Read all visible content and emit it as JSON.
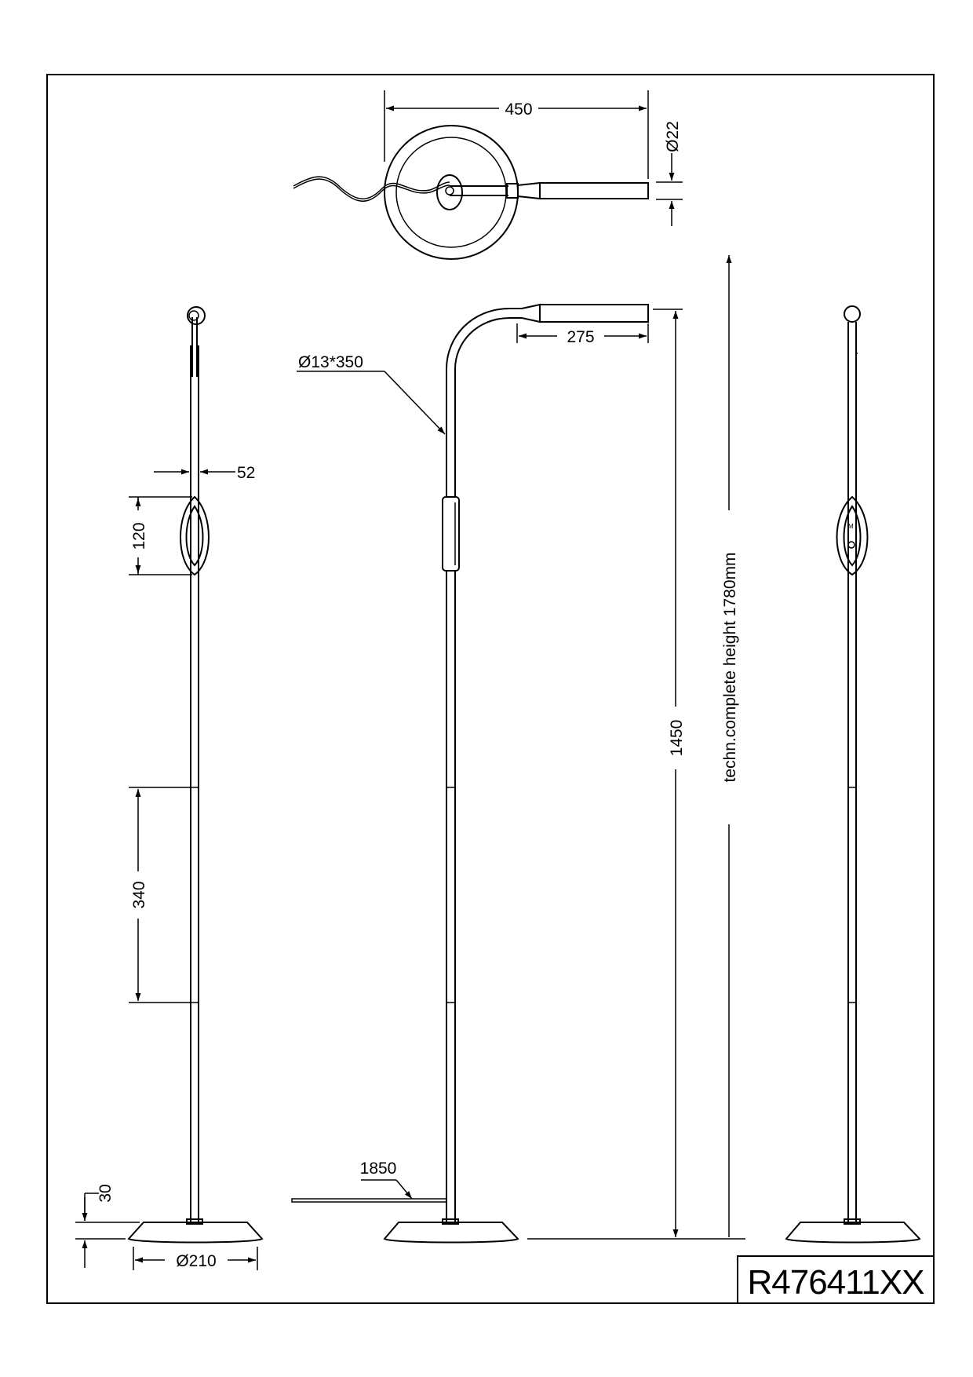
{
  "dimensions": {
    "width_top": "450",
    "diameter_head": "Ø22",
    "arm_length": "275",
    "gooseneck": "Ø13*350",
    "switch_width": "52",
    "switch_height": "120",
    "segment_length": "340",
    "base_height": "30",
    "base_diameter": "Ø210",
    "cable_length": "1850",
    "lamp_height": "1450",
    "complete_height": "techn.complete height 1780mm"
  },
  "product_code": "R476411XX",
  "colors": {
    "line": "#000000",
    "background": "#ffffff"
  }
}
